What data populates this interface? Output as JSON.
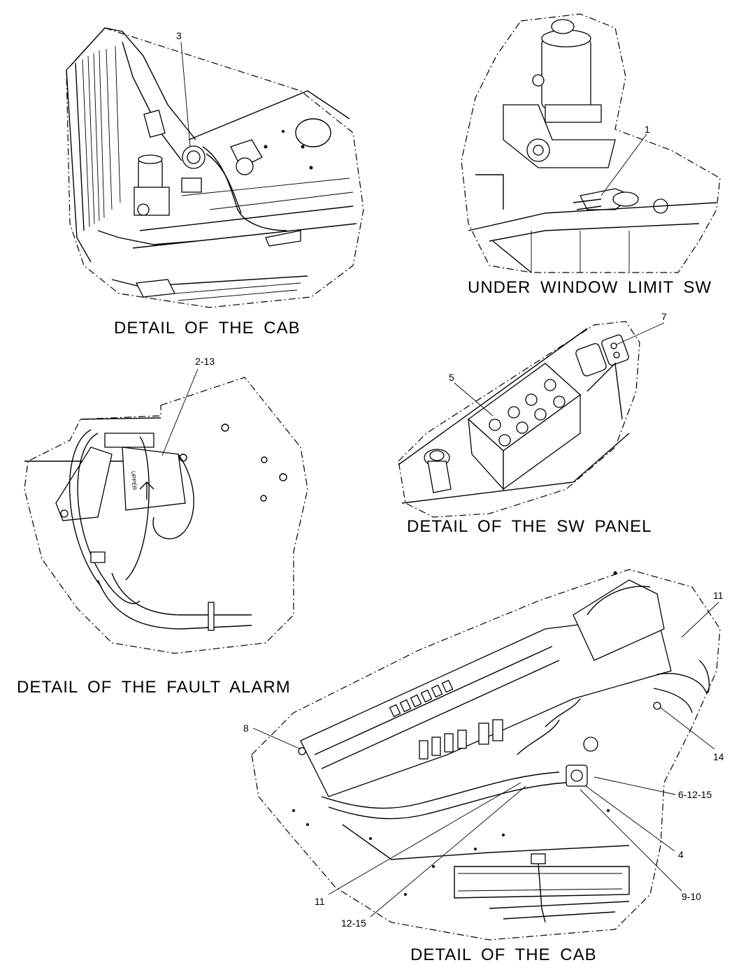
{
  "captions": {
    "cab_top": "DETAIL  OF  THE  CAB",
    "limit_sw": "UNDER  WINDOW  LIMIT  SW",
    "sw_panel": "DETAIL  OF  THE  SW  PANEL",
    "fault_alarm": "DETAIL  OF  THE  FAULT  ALARM",
    "cab_bottom": "DETAIL  OF  THE  CAB"
  },
  "callouts": {
    "c3": "3",
    "c1": "1",
    "c7": "7",
    "c5": "5",
    "c2_13": "2-13",
    "c11_top": "11",
    "c8": "8",
    "c14": "14",
    "c6_12_15": "6-12-15",
    "c4": "4",
    "c9_10": "9-10",
    "c11_bottom": "11",
    "c12_15": "12-15"
  },
  "label_text": {
    "upper_sticker": "UPPER"
  }
}
